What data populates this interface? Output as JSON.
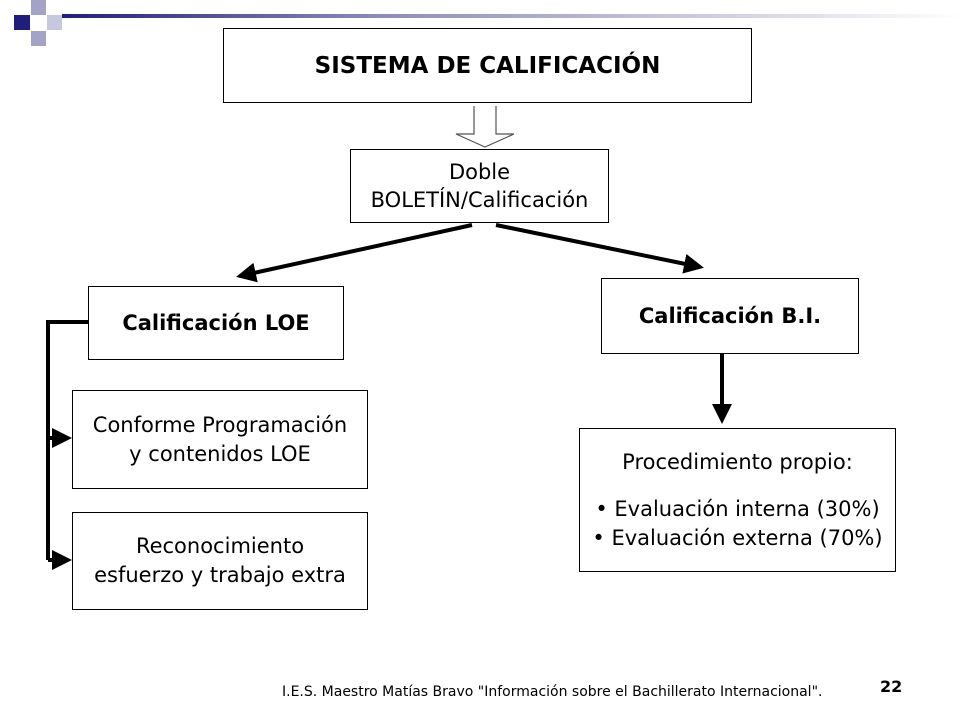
{
  "diagram": {
    "title": "SISTEMA DE CALIFICACIÓN",
    "doble": {
      "line1": "Doble",
      "line2": "BOLETÍN/Calificación"
    },
    "loe": {
      "label": "Calificación LOE"
    },
    "bi": {
      "label": "Calificación B.I."
    },
    "conforme": {
      "line1": "Conforme Programación",
      "line2": "y contenidos LOE"
    },
    "reconocimiento": {
      "line1": "Reconocimiento",
      "line2": "esfuerzo y trabajo extra"
    },
    "procedimiento": {
      "heading": "Procedimiento propio:",
      "items": [
        "• Evaluación interna (30%)",
        "• Evaluación externa (70%)"
      ]
    }
  },
  "footer": {
    "text": "I.E.S. Maestro Matías Bravo \"Información sobre el Bachillerato Internacional\".",
    "page_number": "22"
  },
  "colors": {
    "decor_dark": "#1f1f7a",
    "decor_light": "#a3a3c8",
    "line": "#000000"
  }
}
